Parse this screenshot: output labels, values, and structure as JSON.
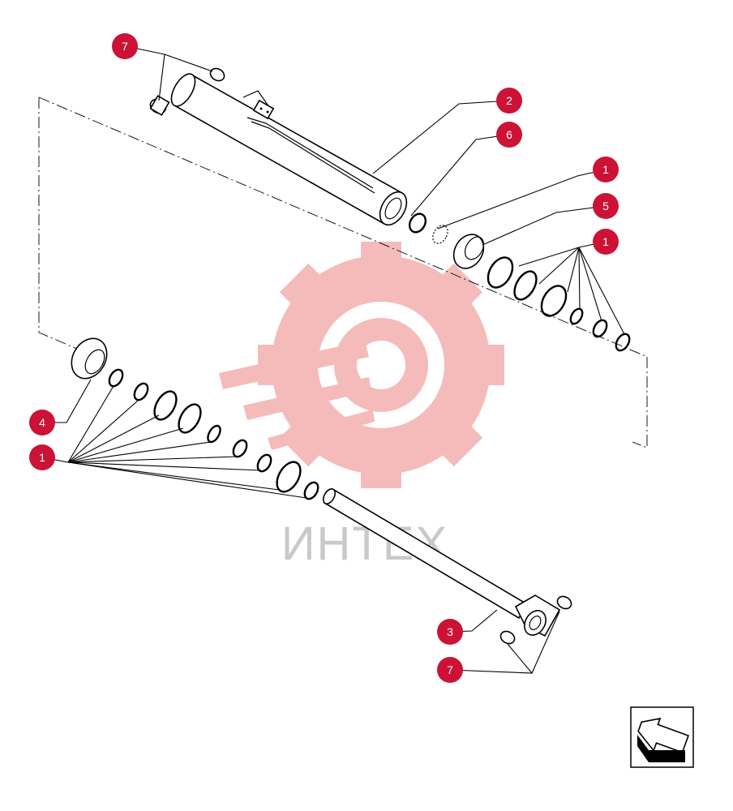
{
  "watermark": {
    "text": "ИНТЕХ",
    "color": "#f4b4b4"
  },
  "callout_color": "#cc1235",
  "callouts": [
    {
      "id": "c7-top",
      "label": "7"
    },
    {
      "id": "c2",
      "label": "2"
    },
    {
      "id": "c6",
      "label": "6"
    },
    {
      "id": "c1-a",
      "label": "1"
    },
    {
      "id": "c5",
      "label": "5"
    },
    {
      "id": "c1-b",
      "label": "1"
    },
    {
      "id": "c4",
      "label": "4"
    },
    {
      "id": "c1-c",
      "label": "1"
    },
    {
      "id": "c3",
      "label": "3"
    },
    {
      "id": "c7-bottom",
      "label": "7"
    }
  ],
  "nav": {
    "icon": "arrow-icon"
  }
}
